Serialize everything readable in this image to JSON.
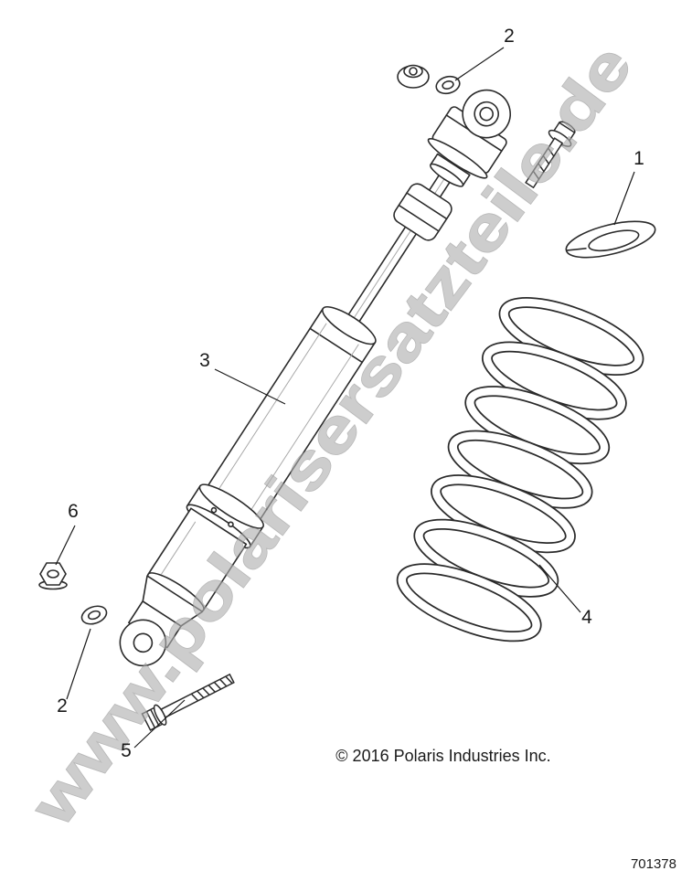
{
  "watermark": {
    "text": "www.polarisersatzteile.de"
  },
  "footer": {
    "copyright": "© 2016 Polaris Industries Inc.",
    "part_number": "701378"
  },
  "callouts": [
    {
      "id": "callout-2-top",
      "label": "2"
    },
    {
      "id": "callout-1",
      "label": "1"
    },
    {
      "id": "callout-3",
      "label": "3"
    },
    {
      "id": "callout-6",
      "label": "6"
    },
    {
      "id": "callout-2-bottom",
      "label": "2"
    },
    {
      "id": "callout-4",
      "label": "4"
    },
    {
      "id": "callout-5",
      "label": "5"
    }
  ],
  "colors": {
    "background": "#ffffff",
    "line": "#2b2b2b",
    "watermark": "#b0b0b0",
    "watermark_stroke": "#8f8f8f"
  }
}
